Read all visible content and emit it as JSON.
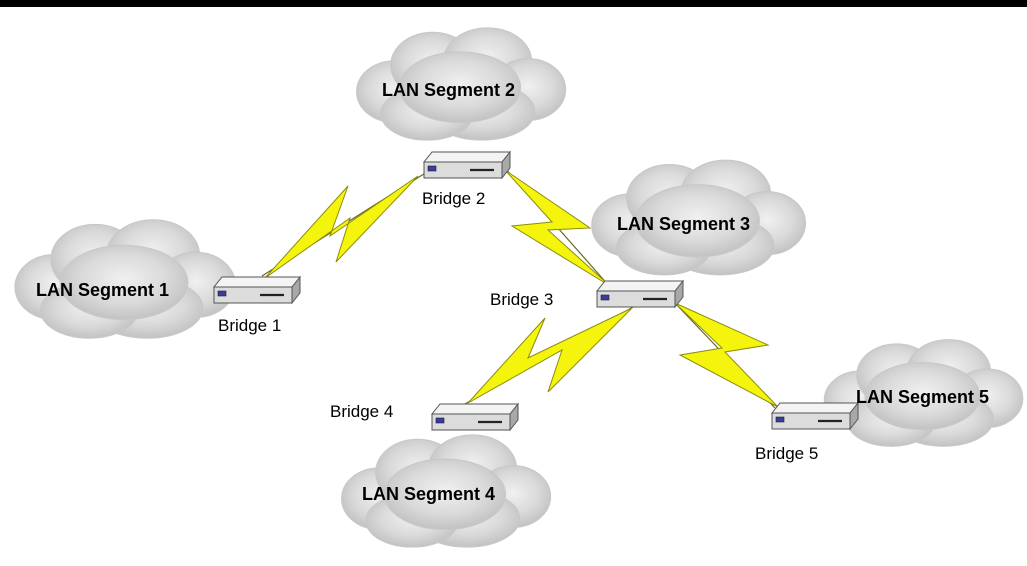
{
  "segments": [
    {
      "id": "1",
      "label": "LAN Segment 1"
    },
    {
      "id": "2",
      "label": "LAN Segment 2"
    },
    {
      "id": "3",
      "label": "LAN Segment 3"
    },
    {
      "id": "4",
      "label": "LAN Segment 4"
    },
    {
      "id": "5",
      "label": "LAN Segment 5"
    }
  ],
  "bridges": [
    {
      "id": "1",
      "label": "Bridge 1"
    },
    {
      "id": "2",
      "label": "Bridge 2"
    },
    {
      "id": "3",
      "label": "Bridge 3"
    },
    {
      "id": "4",
      "label": "Bridge 4"
    },
    {
      "id": "5",
      "label": "Bridge 5"
    }
  ],
  "links": [
    {
      "from": "Bridge 1",
      "to": "Bridge 2"
    },
    {
      "from": "Bridge 2",
      "to": "Bridge 3"
    },
    {
      "from": "Bridge 3",
      "to": "Bridge 4"
    },
    {
      "from": "Bridge 3",
      "to": "Bridge 5"
    }
  ],
  "colors": {
    "top_rule": "#000000",
    "cloud": "#d3d3d3",
    "lightning": "#f2f20a",
    "bridge_body": "#e4e4e4"
  }
}
